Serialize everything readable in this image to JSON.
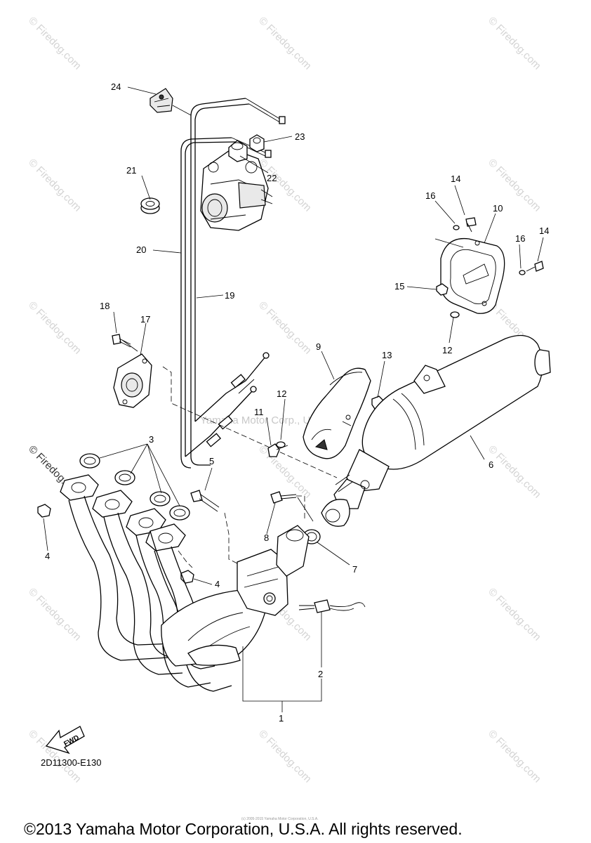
{
  "watermark": "© Firedog.com",
  "center_watermark": "Yamaha Motor Corp., U.S.A.",
  "callouts": {
    "c1": "1",
    "c2": "2",
    "c3": "3",
    "c4a": "4",
    "c4b": "4",
    "c5": "5",
    "c6": "6",
    "c7": "7",
    "c8": "8",
    "c9": "9",
    "c10": "10",
    "c11": "11",
    "c12a": "12",
    "c12b": "12",
    "c13": "13",
    "c14a": "14",
    "c14b": "14",
    "c15": "15",
    "c16a": "16",
    "c16b": "16",
    "c17": "17",
    "c18": "18",
    "c19": "19",
    "c20": "20",
    "c21": "21",
    "c22": "22",
    "c23": "23",
    "c24": "24"
  },
  "fwd_label": "FWD",
  "diagram_code": "2D11300-E130",
  "fine_print": "(c) 2005-2015 Yamaha Motor Corporation, U.S.A.",
  "copyright": "©2013 Yamaha Motor Corporation, U.S.A. All rights reserved."
}
